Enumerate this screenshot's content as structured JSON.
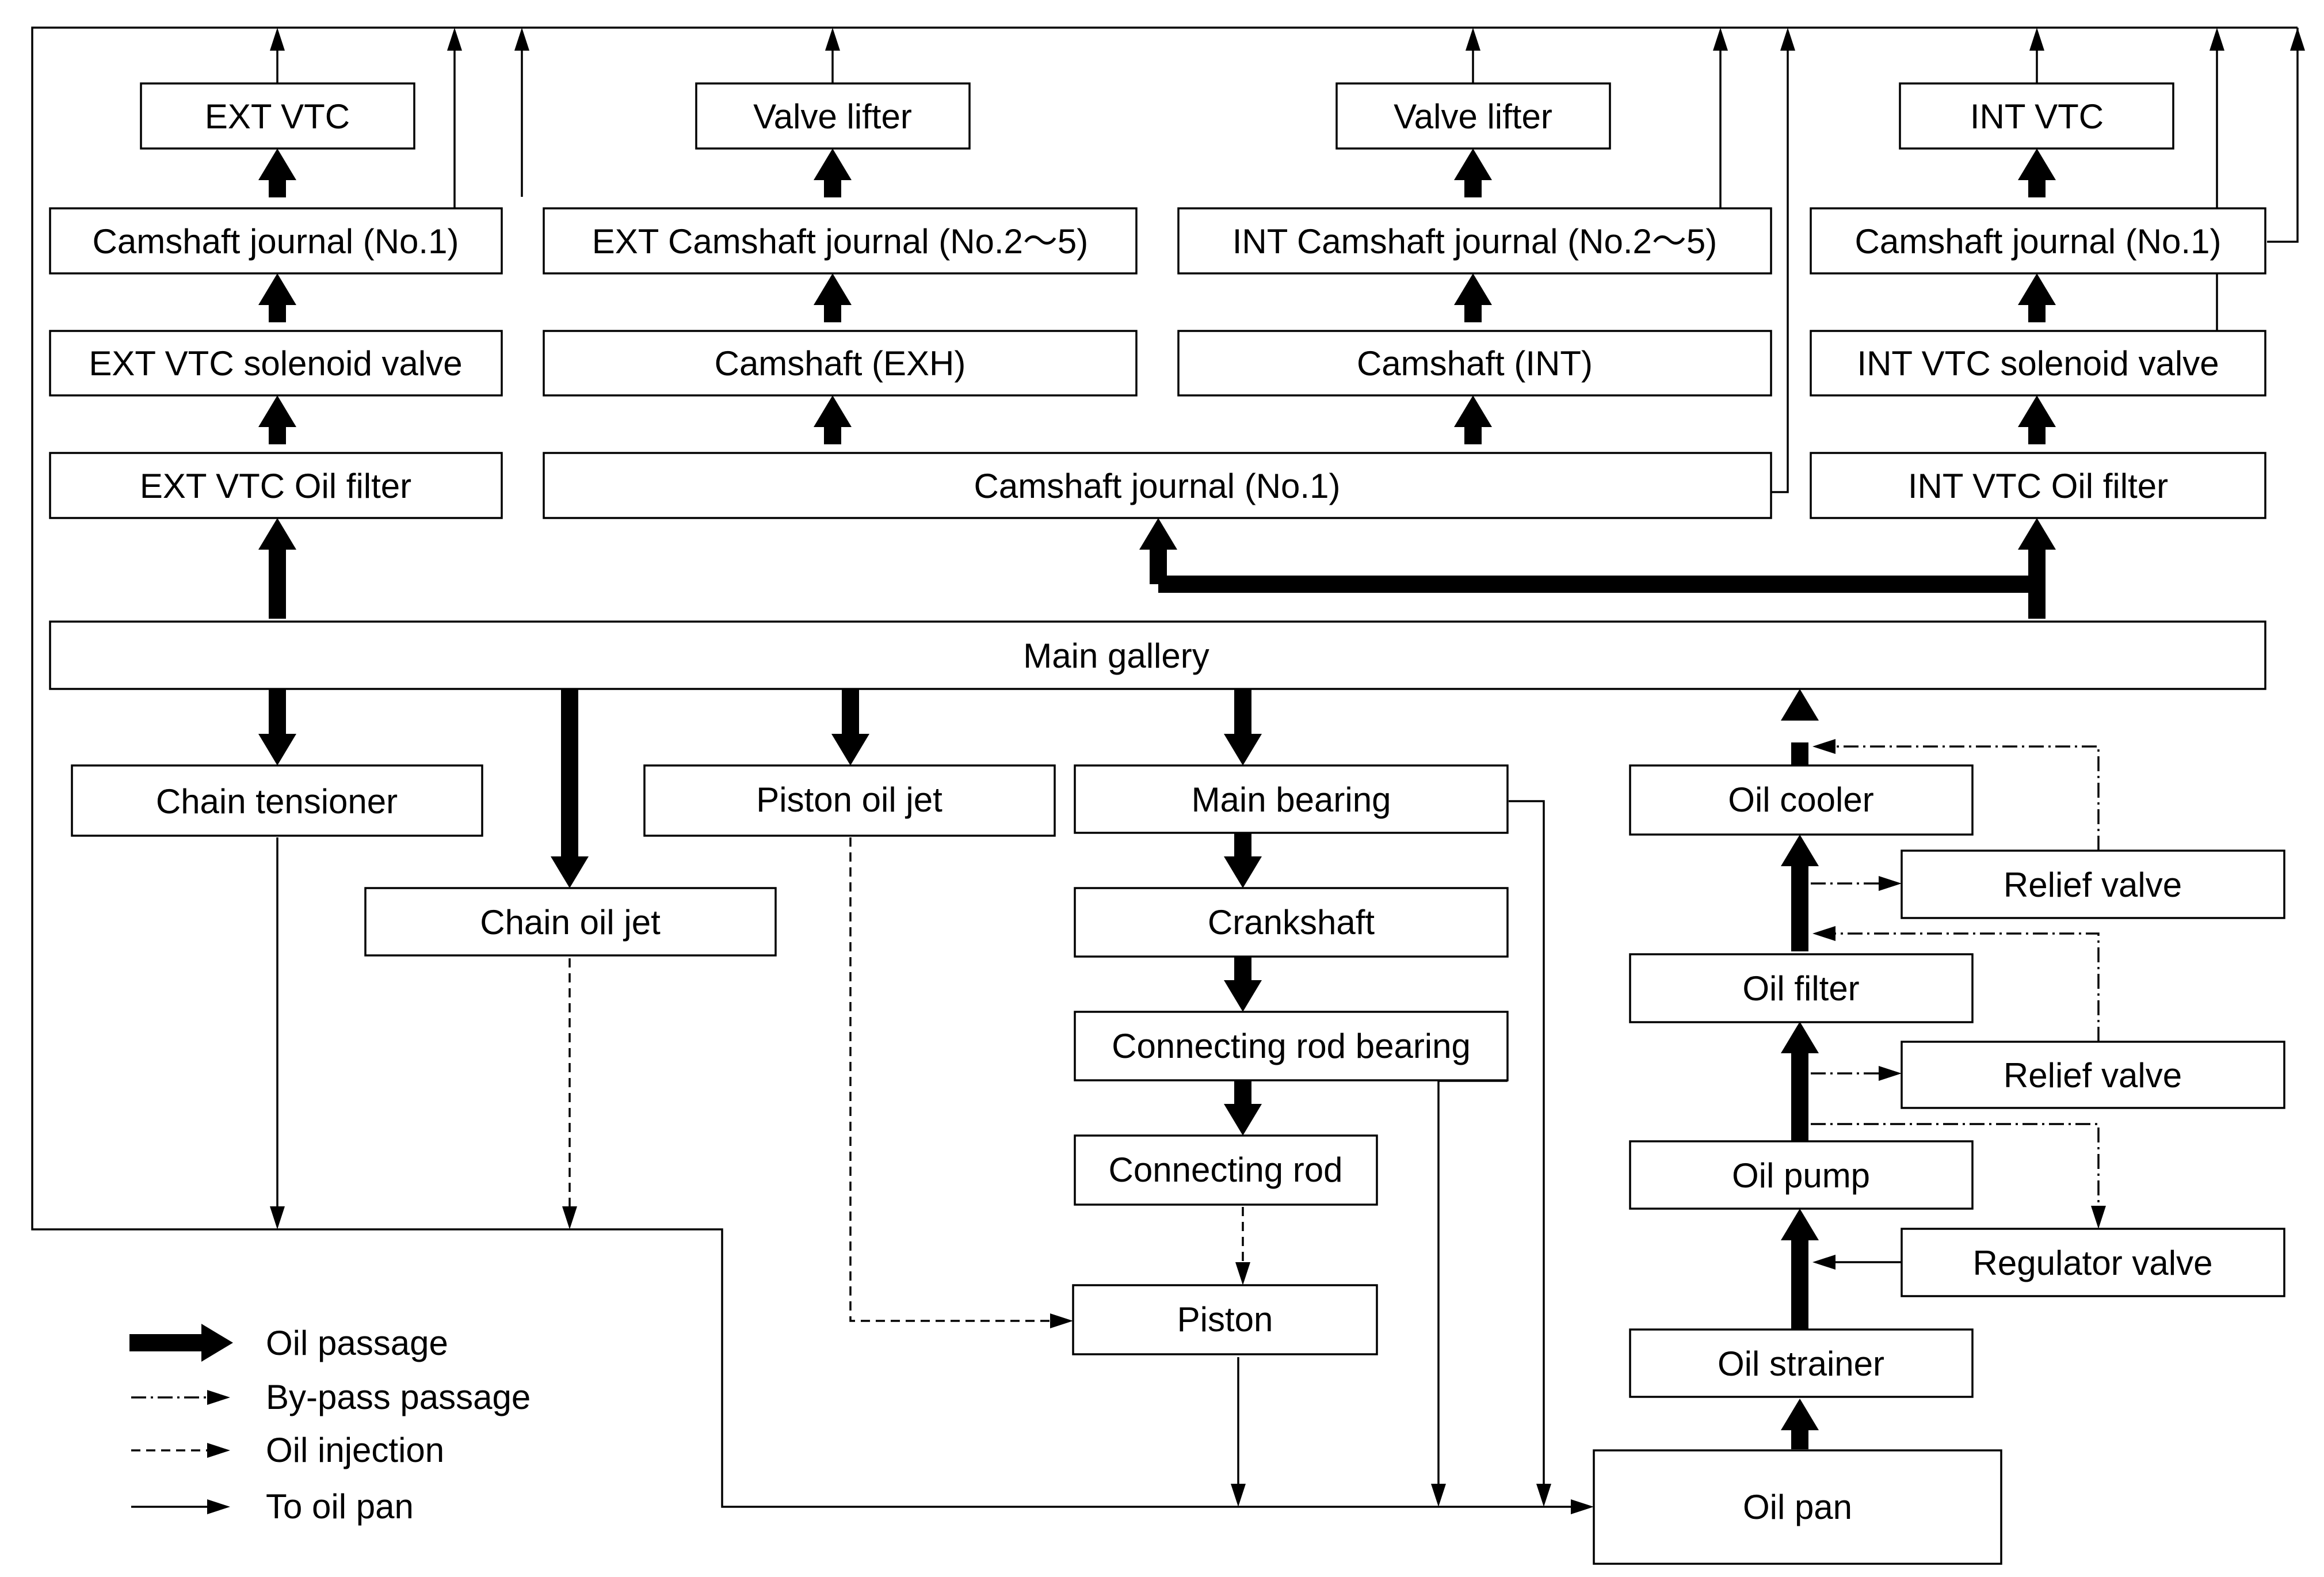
{
  "nodes": {
    "ext_vtc": "EXT VTC",
    "valve_lifter_exh": "Valve lifter",
    "valve_lifter_int": "Valve lifter",
    "int_vtc": "INT VTC",
    "ext_camshaft_journal_no1": "Camshaft journal (No.1)",
    "ext_camshaft_journal_no2_5": "EXT Camshaft journal (No.2〜5)",
    "int_camshaft_journal_no2_5": "INT Camshaft journal (No.2〜5)",
    "int_camshaft_journal_no1": "Camshaft journal (No.1)",
    "ext_vtc_solenoid_valve": "EXT VTC solenoid valve",
    "camshaft_exh": "Camshaft (EXH)",
    "camshaft_int": "Camshaft (INT)",
    "int_vtc_solenoid_valve": "INT VTC solenoid valve",
    "ext_vtc_oil_filter": "EXT VTC Oil filter",
    "camshaft_journal_no1": "Camshaft journal (No.1)",
    "int_vtc_oil_filter": "INT VTC Oil filter",
    "main_gallery": "Main gallery",
    "chain_tensioner": "Chain tensioner",
    "piston_oil_jet": "Piston oil jet",
    "main_bearing": "Main bearing",
    "oil_cooler": "Oil cooler",
    "chain_oil_jet": "Chain oil jet",
    "crankshaft": "Crankshaft",
    "relief_valve_1": "Relief valve",
    "oil_filter": "Oil filter",
    "connecting_rod_bearing": "Connecting rod bearing",
    "relief_valve_2": "Relief valve",
    "connecting_rod": "Connecting rod",
    "oil_pump": "Oil pump",
    "regulator_valve": "Regulator valve",
    "piston": "Piston",
    "oil_strainer": "Oil strainer",
    "oil_pan": "Oil pan"
  },
  "legend": {
    "oil_passage": "Oil passage",
    "bypass_passage": "By-pass passage",
    "oil_injection": "Oil injection",
    "to_oil_pan": "To oil pan"
  }
}
